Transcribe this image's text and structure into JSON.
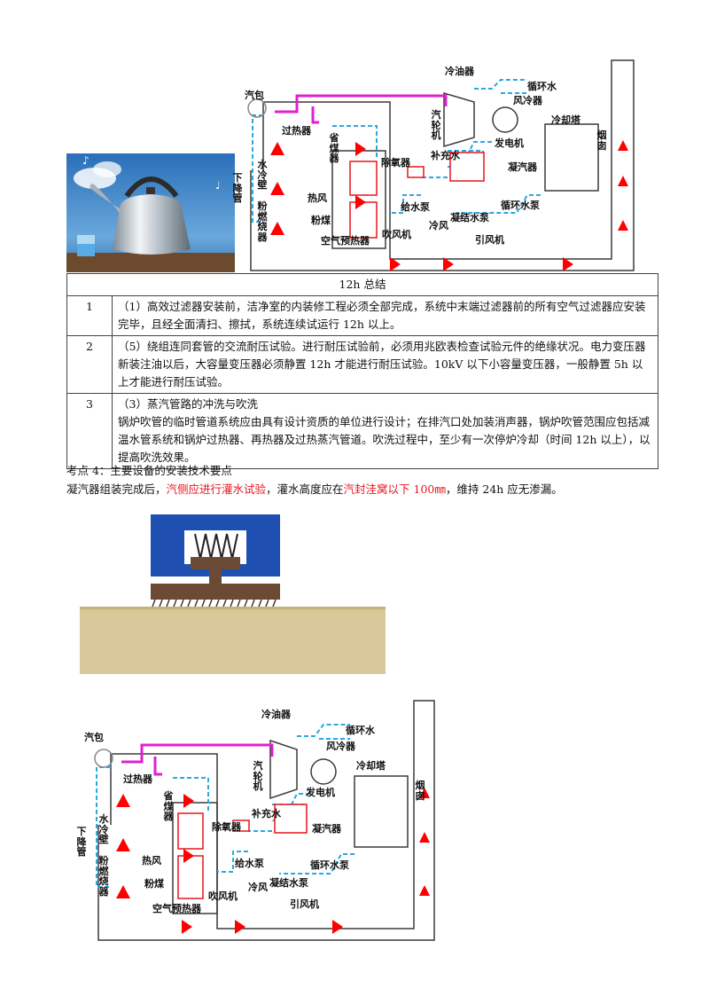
{
  "diagram_labels": {
    "drum": "汽包",
    "superheater": "过热器",
    "economizer": "省煤器",
    "deaerator": "除氧器",
    "makeup_water": "补充水",
    "condenser": "凝汽器",
    "oil_cooler": "冷油器",
    "circ_water": "循环水",
    "air_cooler": "风冷器",
    "turbine": "汽轮机",
    "generator": "发电机",
    "cooling_tower": "冷却塔",
    "chimney": "烟囱",
    "water_wall": "水冷壁",
    "downcomer": "下降管",
    "burner": "粉燃烧器",
    "hot_air": "热风",
    "pulverized_coal": "粉煤",
    "feed_pump": "给水泵",
    "condensate_pump": "凝结水泵",
    "circ_pump": "循环水泵",
    "cold_air": "冷风",
    "blower": "吹风机",
    "air_preheater": "空气预热器",
    "induced_fan": "引风机"
  },
  "summary_table": {
    "heading": "12h 总结",
    "rows": [
      {
        "num": "1",
        "text": "（1）高效过滤器安装前，洁净室的内装修工程必须全部完成，系统中末端过滤器前的所有空气过滤器应安装完毕，且经全面清扫、擦拭，系统连续试运行 12h 以上。"
      },
      {
        "num": "2",
        "text": "（5）绕组连同套管的交流耐压试验。进行耐压试验前，必须用兆欧表检查试验元件的绝缘状况。电力变压器新装注油以后，大容量变压器必须静置 12h 才能进行耐压试验。10kV 以下小容量变压器，一般静置 5h 以上才能进行耐压试验。"
      },
      {
        "num": "3",
        "line1": "（3）蒸汽管路的冲洗与吹洗",
        "text": "锅炉吹管的临时管道系统应由具有设计资质的单位进行设计；在排汽口处加装消声器，锅炉吹管范围应包括减温水管系统和锅炉过热器、再热器及过热蒸汽管道。吹洗过程中，至少有一次停炉冷却（时间 12h 以上），以提高吹洗效果。"
      }
    ]
  },
  "keypoint": {
    "title": "考点 4：主要设备的安装技术要点",
    "p1": "凝汽器组装完成后，",
    "p2": "汽侧应进行灌水试验",
    "p3": "，灌水高度应在",
    "p4": "汽封洼窝以下 100㎜",
    "p5": "，维持 24h 应无渗漏。"
  },
  "colors": {
    "steam": "#e020d0",
    "water": "#2aa8e0",
    "flue": "#ff0000",
    "hx": "#e8141c",
    "sky": "#3d8fd6",
    "blue_block": "#1f4fb0",
    "sand": "#d9c89a"
  }
}
